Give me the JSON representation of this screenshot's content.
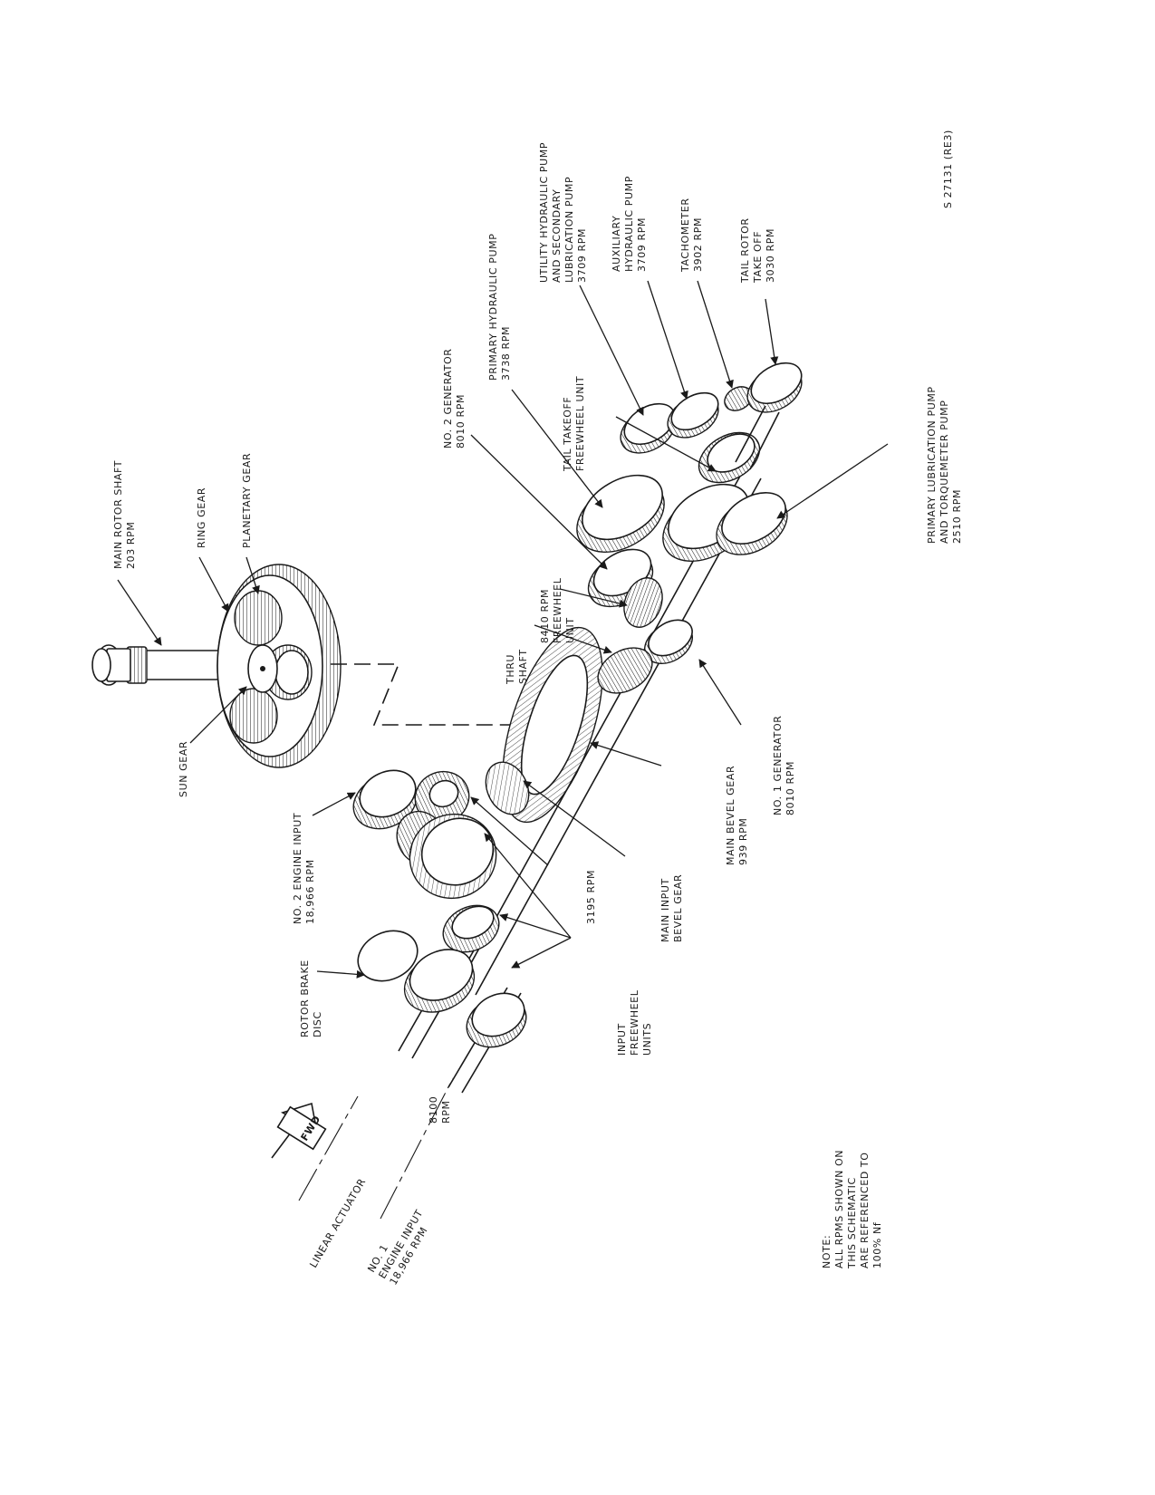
{
  "drawing_number": "S 27131 (RE3)",
  "fwd_label": "FWD",
  "note": {
    "lines": [
      "NOTE:",
      "ALL RPMS SHOWN ON",
      "THIS SCHEMATIC",
      "ARE REFERENCED TO",
      "100% Nf"
    ]
  },
  "labels": {
    "main_rotor_shaft": [
      "MAIN ROTOR SHAFT",
      "203 RPM"
    ],
    "ring_gear": [
      "RING GEAR"
    ],
    "planetary_gear": [
      "PLANETARY GEAR"
    ],
    "sun_gear": [
      "SUN GEAR"
    ],
    "no2_generator": [
      "NO. 2 GENERATOR",
      "8010 RPM"
    ],
    "primary_hydraulic_pump": [
      "PRIMARY HYDRAULIC PUMP",
      "3738 RPM"
    ],
    "tail_takeoff_freewheel": [
      "TAIL TAKEOFF",
      "FREEWHEEL UNIT"
    ],
    "utility_hydraulic_pump": [
      "UTILITY HYDRAULIC PUMP",
      "AND SECONDARY",
      "LUBRICATION PUMP",
      "3709 RPM"
    ],
    "auxiliary_hydraulic_pump": [
      "AUXILIARY",
      "HYDRAULIC PUMP",
      "3709 RPM"
    ],
    "tachometer": [
      "TACHOMETER",
      "3902 RPM"
    ],
    "tail_rotor_takeoff": [
      "TAIL ROTOR",
      "TAKE OFF",
      "3030 RPM"
    ],
    "primary_lubrication_pump": [
      "PRIMARY LUBRICATION PUMP",
      "AND TORQUEMETER PUMP",
      "2510 RPM"
    ],
    "freewheel_8410": [
      "8410 RPM",
      "FREEWHEEL",
      "UNIT"
    ],
    "thru_shaft": [
      "THRU",
      "SHAFT"
    ],
    "no1_generator": [
      "NO. 1 GENERATOR",
      "8010 RPM"
    ],
    "main_bevel_gear": [
      "MAIN BEVEL GEAR",
      "939 RPM"
    ],
    "main_input_bevel_gear": [
      "MAIN INPUT",
      "BEVEL GEAR"
    ],
    "rpm_3195": [
      "3195 RPM"
    ],
    "no2_engine_input": [
      "NO. 2 ENGINE INPUT",
      "18,966 RPM"
    ],
    "rotor_brake_disc": [
      "ROTOR BRAKE",
      "DISC"
    ],
    "input_freewheel_units": [
      "INPUT",
      "FREEWHEEL",
      "UNITS"
    ],
    "rpm_8100": [
      "8100",
      "RPM"
    ],
    "linear_actuator": [
      "LINEAR ACTUATOR"
    ],
    "no1_engine_input": [
      "NO. 1",
      "ENGINE INPUT",
      "18,966 RPM"
    ]
  }
}
